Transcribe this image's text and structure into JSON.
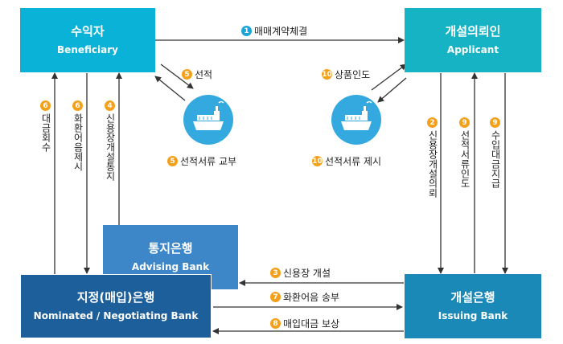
{
  "nodes": {
    "beneficiary": {
      "ko": "수익자",
      "en": "Beneficiary"
    },
    "applicant": {
      "ko": "개설의뢰인",
      "en": "Applicant"
    },
    "advising": {
      "ko": "통지은행",
      "en": "Advising Bank"
    },
    "nominated": {
      "ko": "지정(매입)은행",
      "en": "Nominated / Negotiating Bank"
    },
    "issuing": {
      "ko": "개설은행",
      "en": "Issuing Bank"
    }
  },
  "steps": {
    "contract": {
      "num": "1",
      "text": "매매계약체결"
    },
    "lc_application": {
      "num": "2",
      "text": "신용장개설의뢰"
    },
    "lc_issue": {
      "num": "3",
      "text": "신용장 개설"
    },
    "lc_notice": {
      "num": "4",
      "text": "신용장개설통지"
    },
    "shipment": {
      "num": "5",
      "text": "선적"
    },
    "ship_docs_delivery": {
      "num": "5",
      "text": "선적서류 교부"
    },
    "bill_present": {
      "num": "6",
      "text": "화환어음제시"
    },
    "payment": {
      "num": "6",
      "text": "대금회수"
    },
    "bill_send": {
      "num": "7",
      "text": "화환어음 송부"
    },
    "reimbursement": {
      "num": "8",
      "text": "매입대금 보상"
    },
    "docs_release": {
      "num": "9",
      "text": "선적서류인도"
    },
    "import_payment": {
      "num": "9",
      "text": "수입대금지급"
    },
    "goods_delivery": {
      "num": "10",
      "text": "상품인도"
    },
    "ship_docs_present": {
      "num": "10",
      "text": "선적서류 제시"
    }
  },
  "icons": {
    "ship_left": "cargo-ship-icon",
    "ship_right": "cargo-ship-icon"
  },
  "colors": {
    "top_box": "#0bb2d8",
    "applicant_box": "#16b3c4",
    "advising_box": "#3d87c8",
    "nominated_box": "#1d5f9a",
    "issuing_box": "#1a89b8",
    "badge_orange": "#f5a01a",
    "badge_blue": "#1aa4d9",
    "ship_circle": "#34a9df",
    "arrow": "#333333"
  }
}
